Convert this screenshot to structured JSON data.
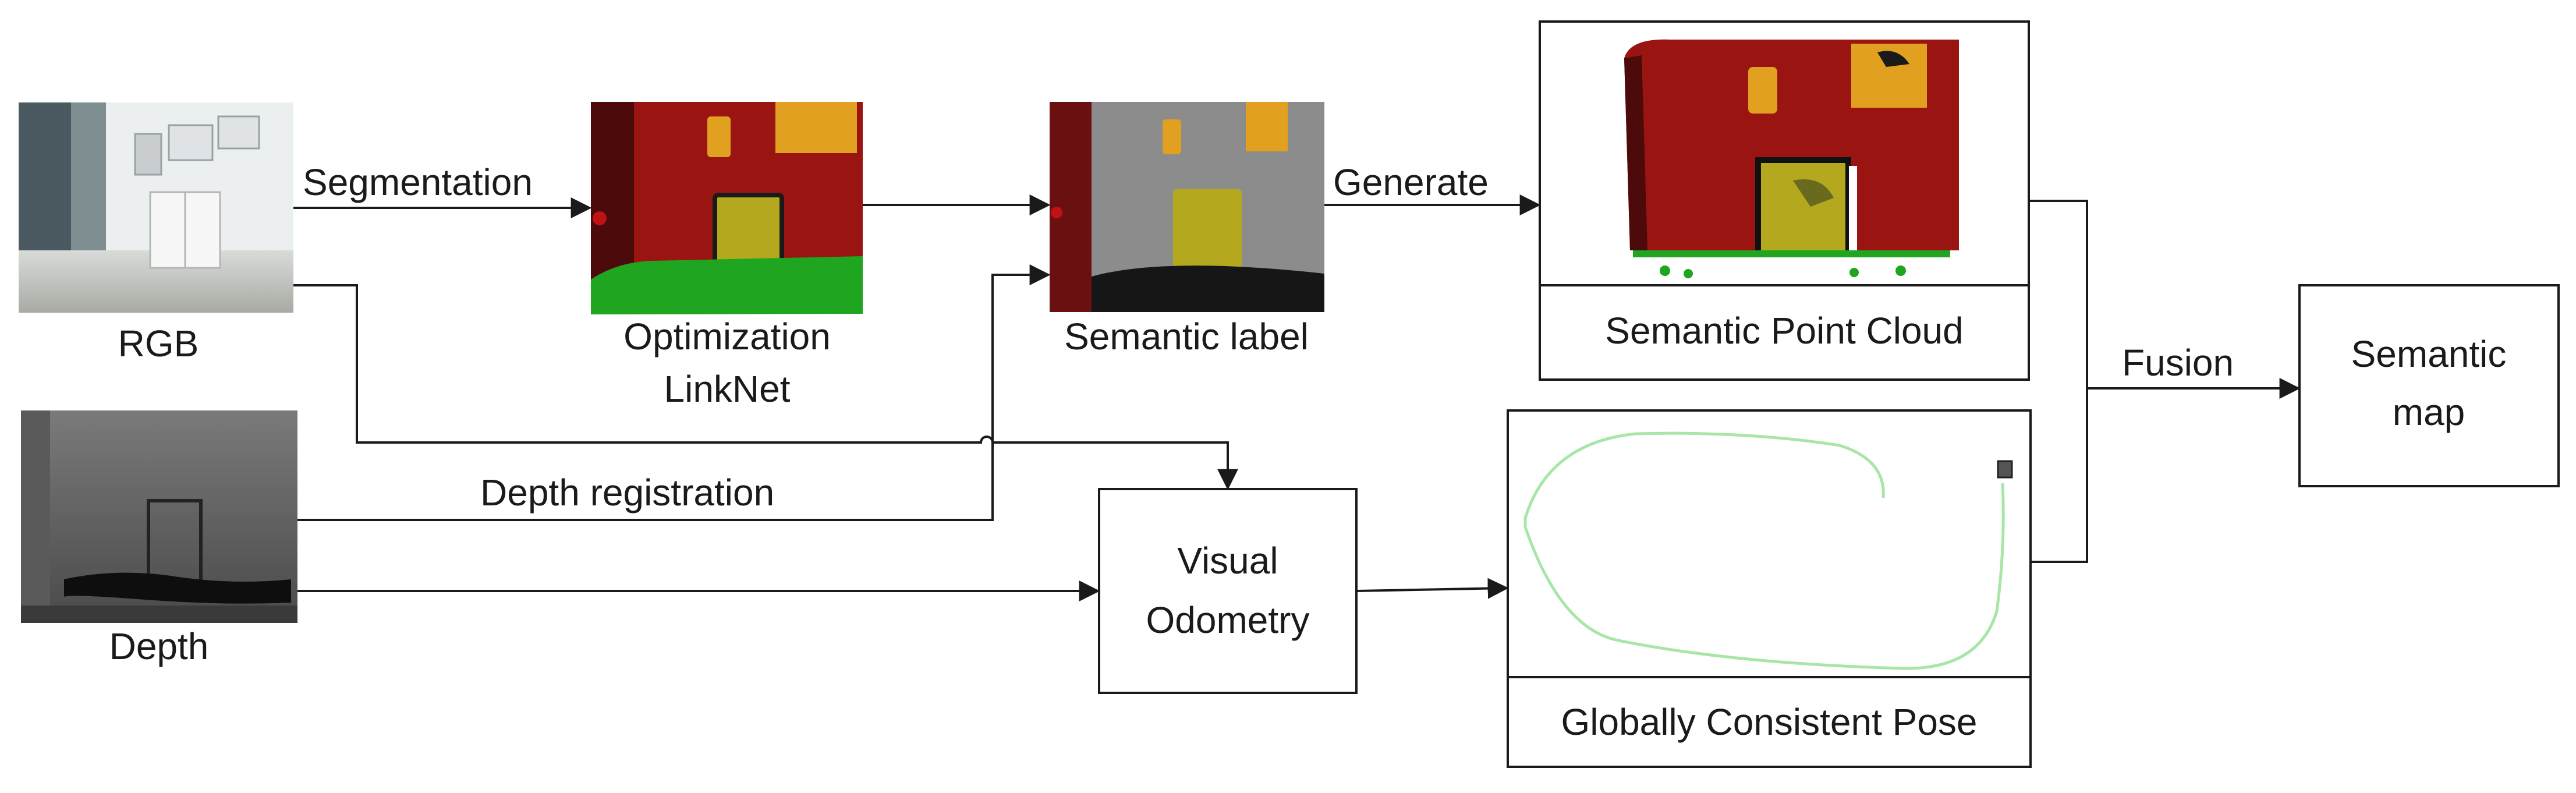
{
  "labels": {
    "rgb": "RGB",
    "depth": "Depth",
    "segmentation": "Segmentation",
    "optimization_line1": "Optimization",
    "optimization_line2": "LinkNet",
    "semantic_label": "Semantic label",
    "generate": "Generate",
    "semantic_point_cloud": "Semantic Point Cloud",
    "depth_registration": "Depth registration",
    "visual_line1": "Visual",
    "visual_line2": "Odometry",
    "globally_consistent_pose": "Globally Consistent Pose",
    "fusion": "Fusion",
    "semantic_map_line1": "Semantic",
    "semantic_map_line2": "map"
  },
  "colors": {
    "wall_red": "#9a1512",
    "dark_red": "#4d0a0a",
    "orange": "#e1a020",
    "door_olive": "#b3a81e",
    "floor_green": "#1fa51f",
    "trajectory_green": "#a8e6a8",
    "gray_wall": "#8c8c8c",
    "line": "#1a1a1a"
  }
}
